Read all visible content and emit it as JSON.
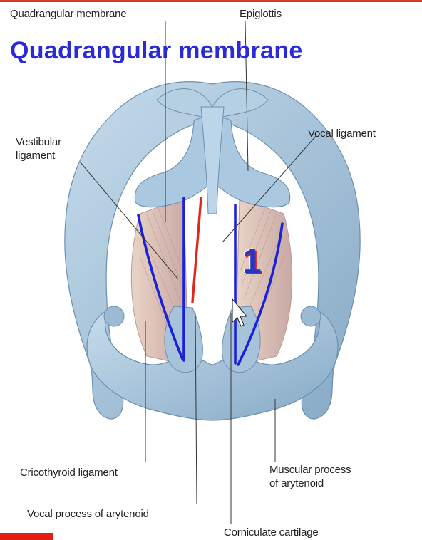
{
  "title": "Quadrangular membrane",
  "marker": "1",
  "labels": {
    "quadrangular_membrane": "Quadrangular membrane",
    "epiglottis": "Epiglottis",
    "vestibular_ligament": "Vestibular\nligament",
    "vocal_ligament": "Vocal ligament",
    "cricothyroid_ligament": "Cricothyroid ligament",
    "muscular_process": "Muscular process\nof arytenoid",
    "vocal_process": "Vocal process of arytenoid",
    "corniculate_cartilage": "Corniculate cartilage"
  },
  "colors": {
    "title": "#2a2ad6",
    "annotation_blue": "#1a22d8",
    "annotation_red": "#e0281c",
    "cartilage": "#9fbfd8",
    "membrane": "#dcc1b8"
  }
}
